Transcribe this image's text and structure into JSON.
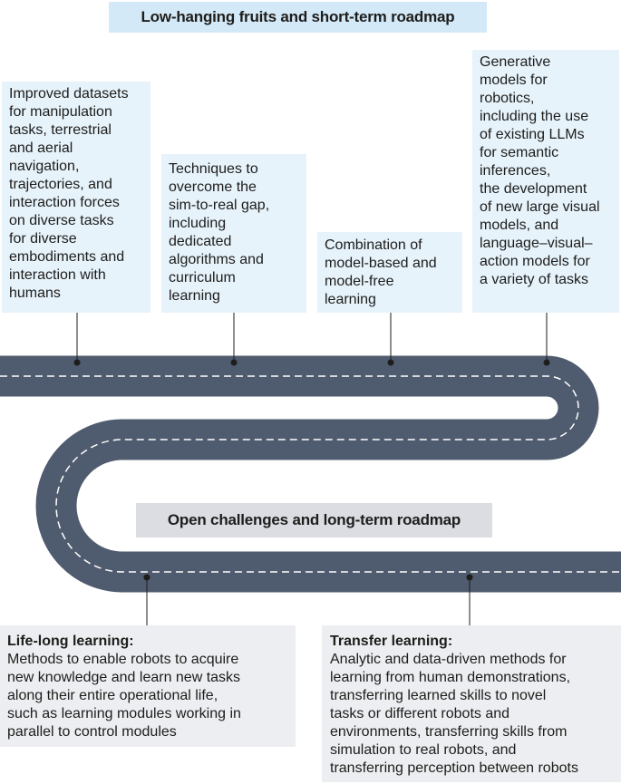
{
  "short_term": {
    "title": "Low-hanging fruits and  short-term roadmap",
    "items": [
      {
        "text": "Improved datasets\nfor manipulation\ntasks, terrestrial\nand aerial\nnavigation,\ntrajectories, and\ninteraction forces\non diverse tasks\nfor diverse\nembodiments and\ninteraction with\nhumans"
      },
      {
        "text": "Techniques to\novercome the\nsim-to-real gap,\nincluding\ndedicated\nalgorithms and\ncurriculum\nlearning"
      },
      {
        "text": "Combination of\nmodel-based and\nmodel-free\nlearning"
      },
      {
        "text": "Generative\nmodels for\nrobotics,\nincluding the use\nof existing LLMs\nfor semantic\ninferences,\nthe development\nof new large visual\nmodels, and\nlanguage–visual–\naction models for\na variety of tasks"
      }
    ]
  },
  "long_term": {
    "title": "Open challenges and long-term roadmap",
    "items": [
      {
        "title": "Life-long learning:",
        "text": "Methods to enable robots to acquire\nnew knowledge and learn new tasks\nalong their entire operational life,\nsuch as learning modules working in\nparallel to control modules"
      },
      {
        "title": "Transfer learning:",
        "text": "Analytic and data-driven methods for\nlearning from human demonstrations,\ntransferring learned skills to novel\ntasks or different robots and\nenvironments, transferring skills from\nsimulation to real robots, and\ntransferring perception between robots"
      }
    ]
  },
  "colors": {
    "road": "#4f5b6e",
    "road_marking": "#ffffff",
    "short_term_header": "#d4e9f7",
    "short_term_box": "#e7f3fb",
    "long_term_header": "#dbdde3",
    "long_term_box": "#eceef1"
  }
}
